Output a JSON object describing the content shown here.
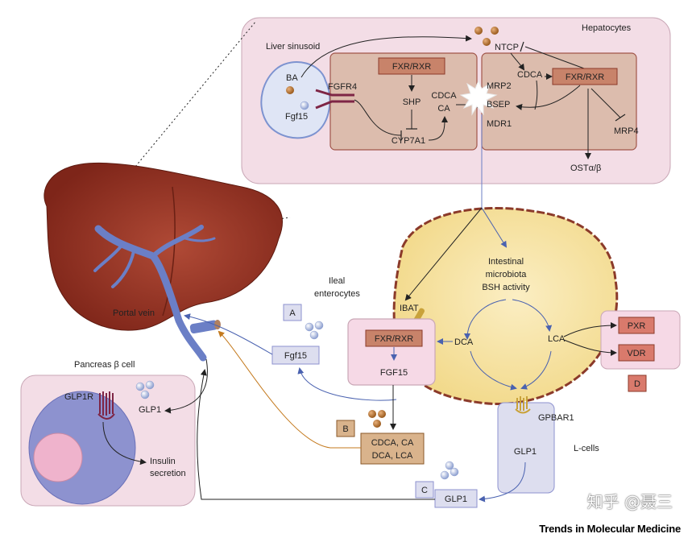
{
  "top_panel": {
    "liver_sinusoid": "Liver sinusoid",
    "hepatocytes": "Hepatocytes",
    "ba": "BA",
    "fgf15": "Fgf15",
    "fgfr4": "FGFR4",
    "fxr_rxr_left": "FXR/RXR",
    "shp": "SHP",
    "cyp7a1": "CYP7A1",
    "cdca": "CDCA",
    "ca": "CA",
    "bsep": "BSEP",
    "mrp2": "MRP2",
    "mdr1": "MDR1",
    "ntcp": "NTCP",
    "cdca_right": "CDCA",
    "fxr_rxr_right": "FXR/RXR",
    "mrp4": "MRP4",
    "ostab": "OSTα/β"
  },
  "portal_vein": "Portal vein",
  "intestine": {
    "microbiota_1": "Intestinal",
    "microbiota_2": "microbiota",
    "microbiota_3": "BSH activity",
    "dca": "DCA",
    "lca": "LCA",
    "ibat": "IBAT",
    "gpbar1": "GPBAR1",
    "pxr": "PXR",
    "vdr": "VDR",
    "label_d": "D"
  },
  "enterocyte": {
    "title_1": "Ileal",
    "title_2": "enterocytes",
    "label_a": "A",
    "fgf15_box": "Fgf15",
    "fxr_rxr": "FXR/RXR",
    "fgf15": "FGF15",
    "label_b": "B",
    "acids_1": "CDCA, CA",
    "acids_2": "DCA, LCA"
  },
  "lcells": {
    "label": "L-cells",
    "glp1": "GLP1",
    "label_c": "C",
    "glp1_box": "GLP1"
  },
  "pancreas": {
    "title": "Pancreas β cell",
    "glp1r": "GLP1R",
    "glp1": "GLP1",
    "insulin_1": "Insulin",
    "insulin_2": "secretion"
  },
  "watermark": "知乎 @聂三",
  "footer": "Trends in Molecular Medicine",
  "colors": {
    "liver": "#8b2d1f",
    "top_panel_bg": "#f3dde6",
    "hepatocyte_bg": "#dcbcad",
    "fxr_box": "#c8836a",
    "portal_vein": "#6b7fc6",
    "intestine": "#f7e3a3",
    "enterocyte": "#f6d9e6",
    "lcell": "#dddeef",
    "pancreas_bg": "#f3dde6",
    "pancreas_cell": "#8d92cf",
    "nucleus": "#efb3cc",
    "receptor_red": "#d97a6c"
  }
}
